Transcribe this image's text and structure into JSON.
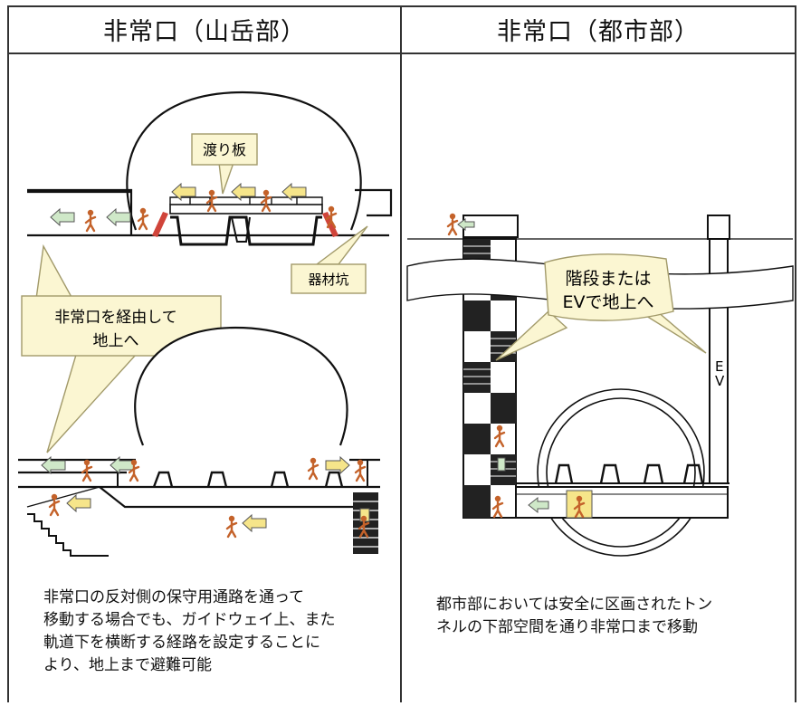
{
  "headers": {
    "left": "非常口（山岳部）",
    "right": "非常口（都市部）"
  },
  "left_panel": {
    "callout_board": "渡り板",
    "callout_pit": "器材坑",
    "callout_exit_line1": "非常口を経由して",
    "callout_exit_line2": "地上へ",
    "caption_lines": [
      "非常口の反対側の保守用通路を通って",
      "移動する場合でも、ガイドウェイ上、また",
      "軌道下を横断する経路を設定することに",
      "より、地上まで避難可能"
    ]
  },
  "right_panel": {
    "callout_line1": "階段または",
    "callout_line2": "EVで地上へ",
    "ev_label_e": "E",
    "ev_label_v": "V",
    "caption_lines": [
      "都市部においては安全に区画されたトン",
      "ネルの下部空間を通り非常口まで移動"
    ]
  },
  "colors": {
    "arrow_fill": "#cfe8c8",
    "arrow_yellow": "#f6e58a",
    "callout_fill": "#fbf6d2",
    "callout_stroke": "#a29a6a",
    "person": "#c4622a",
    "board_red": "#d0443a"
  }
}
